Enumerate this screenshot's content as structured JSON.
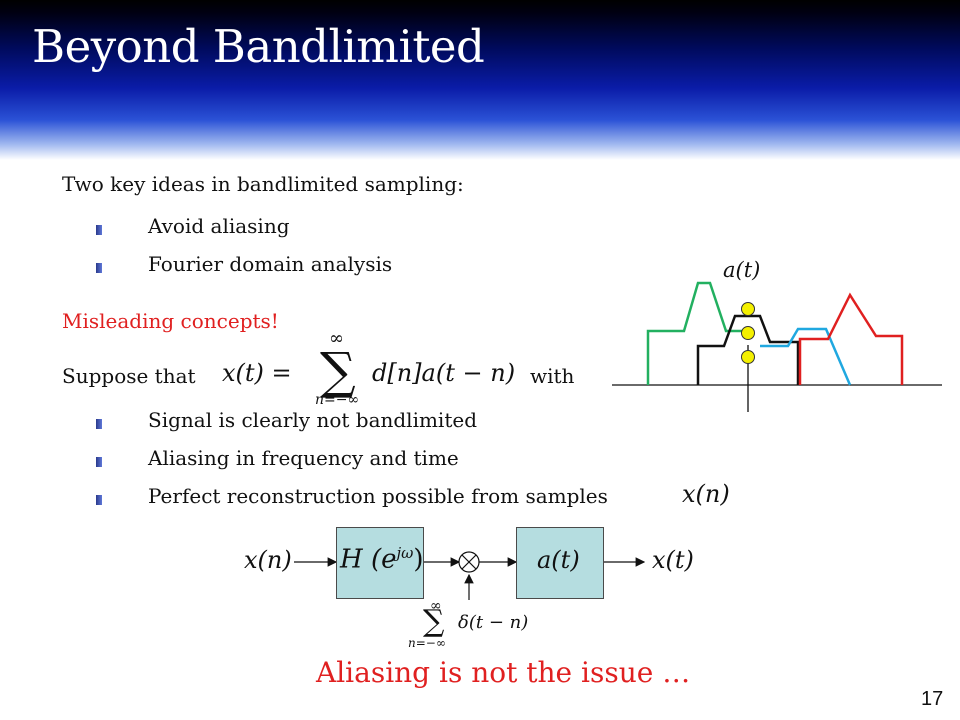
{
  "slide": {
    "title": "Beyond Bandlimited",
    "intro": "Two key ideas in bandlimited sampling:",
    "bullets_1": [
      "Avoid aliasing",
      "Fourier domain analysis"
    ],
    "misleading": "Misleading concepts!",
    "suppose_prefix": "Suppose that",
    "suppose_suffix": "with",
    "bullets_2": [
      "Signal is clearly not bandlimited",
      "Aliasing in frequency and time",
      "Perfect reconstruction possible from samples"
    ],
    "closing": "Aliasing is not the issue …",
    "page_number": "17"
  },
  "math": {
    "xt_lhs": "x(t) =",
    "sum_upper": "∞",
    "sum_lower": "n=−∞",
    "sum_term": "d[n]a(t − n)",
    "samples": "x(n)",
    "plot_label": "a(t)"
  },
  "diagram": {
    "input": "x(n)",
    "filter": "H (e",
    "filter_exp": "jω",
    "filter_close": ")",
    "kernel": "a(t)",
    "output": "x(t)",
    "impulse_upper": "∞",
    "impulse_lower": "n=−∞",
    "impulse_term": "δ(t − n)"
  },
  "colors": {
    "header_dark": "#000a5c",
    "red": "#e02020",
    "green": "#22b060",
    "cyan": "#20a8e0",
    "box": "#b5dde0",
    "marker": "#f4f000"
  }
}
